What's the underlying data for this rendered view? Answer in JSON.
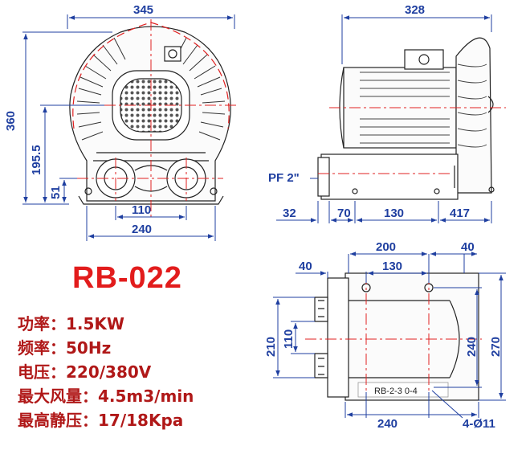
{
  "model": "RB-022",
  "specs": [
    {
      "label": "功率",
      "sep": "：",
      "value": "1.5KW"
    },
    {
      "label": "频率",
      "sep": "：",
      "value": "50Hz"
    },
    {
      "label": "电压",
      "sep": "：",
      "value": "220/380V"
    },
    {
      "label": "最大风量",
      "sep": "：",
      "value": "4.5m3/min"
    },
    {
      "label": "最高静压",
      "sep": "：",
      "value": "17/18Kpa"
    }
  ],
  "front_view": {
    "dim_width": "345",
    "dim_height": "360",
    "dim_center_height": "195.5",
    "dim_base_height": "51",
    "dim_inner_width": "110",
    "dim_base_width": "240"
  },
  "side_view": {
    "dim_length": "328",
    "port_label": "PF 2\"",
    "dim_32": "32",
    "dim_70": "70",
    "dim_130": "130",
    "dim_417": "417"
  },
  "bottom_view": {
    "dim_200": "200",
    "dim_40_right": "40",
    "dim_40_left": "40",
    "dim_130": "130",
    "dim_210": "210",
    "dim_110": "110",
    "dim_240_vertical": "240",
    "dim_270": "270",
    "dim_240_horizontal": "240",
    "nameplate": "RB-2-3 0-4",
    "holes": "4-Ø11"
  },
  "colors": {
    "dimension": "#1f3fa0",
    "model": "#e21c1c",
    "spec": "#b01818",
    "centerline": "#e02020",
    "outline": "#222222"
  }
}
